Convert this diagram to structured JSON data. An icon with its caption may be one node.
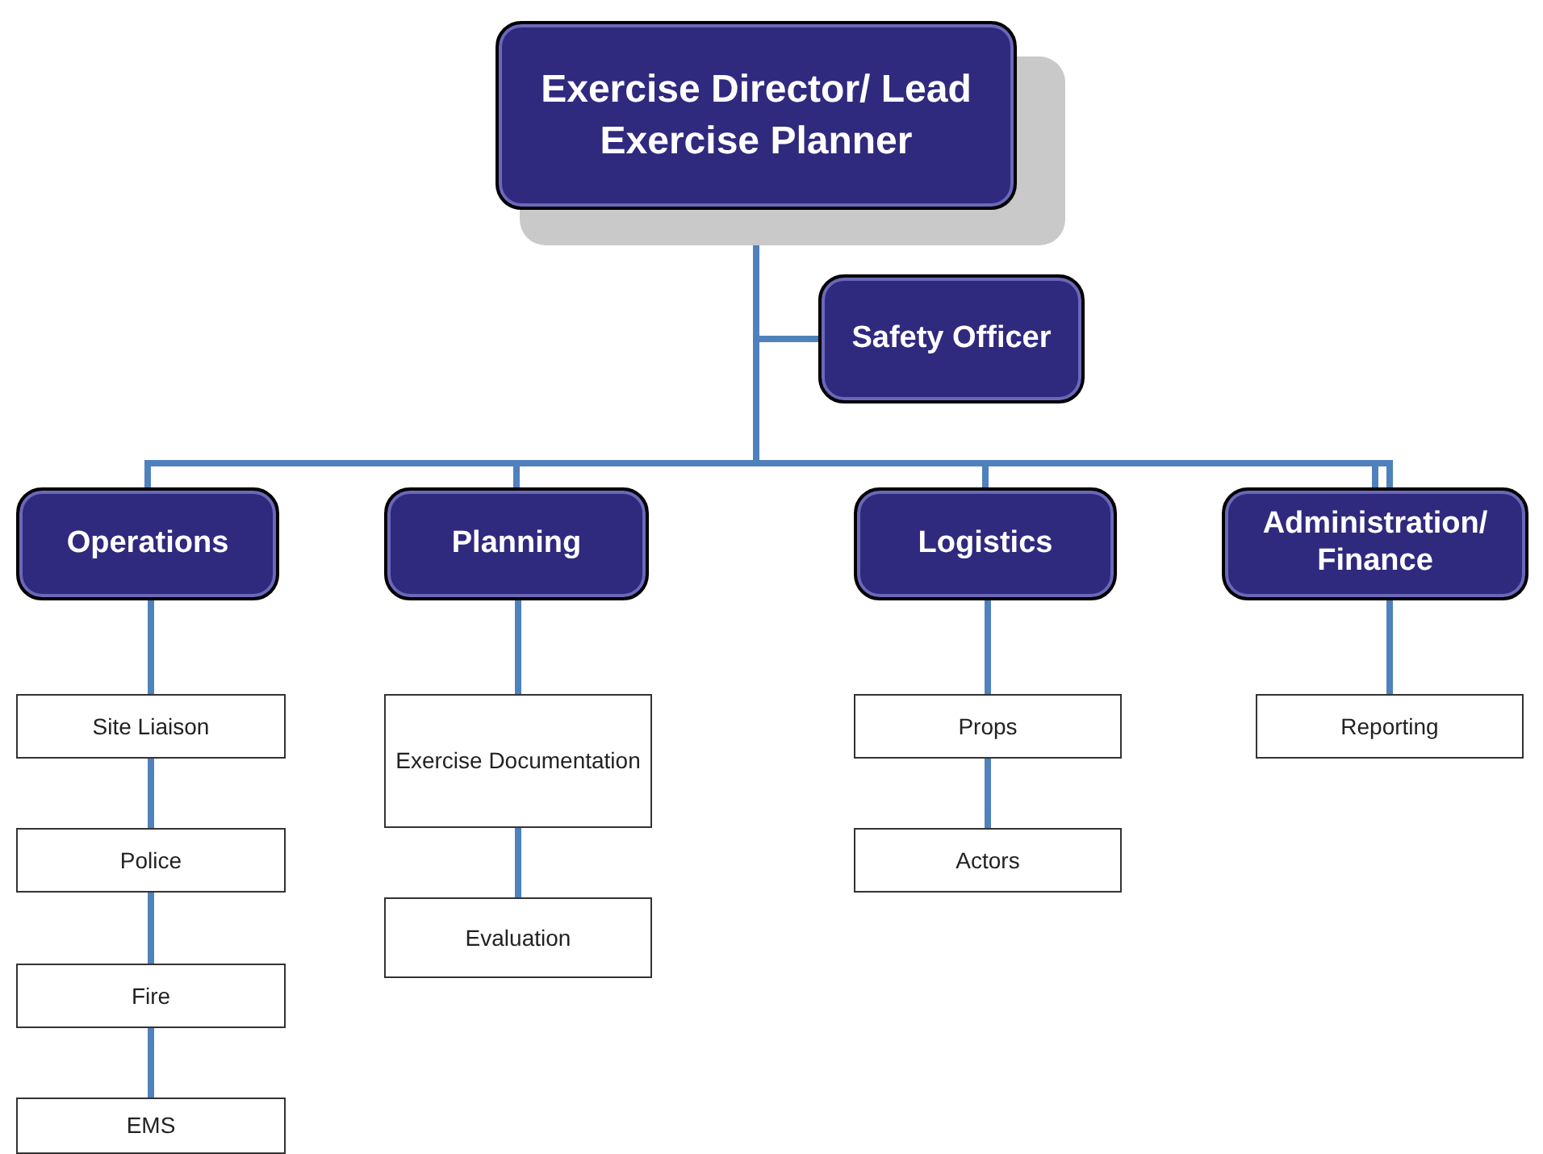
{
  "diagram": {
    "nodes": [
      {
        "text": [
          "Exercise Director/ Lead Exercise Planner"
        ]
      },
      {
        "text": [
          "Safety Officer"
        ]
      },
      {
        "text": [
          "Operations"
        ]
      },
      {
        "text": [
          "Planning"
        ]
      },
      {
        "text": [
          "Logistics"
        ]
      },
      {
        "text": [
          "Administration/ Finance"
        ]
      },
      {
        "text": [
          "Site Liaison"
        ]
      },
      {
        "text": [
          "Police"
        ]
      },
      {
        "text": [
          "Fire"
        ]
      },
      {
        "text": [
          "EMS"
        ]
      },
      {
        "text": [
          "Exercise Documentation"
        ]
      },
      {
        "text": [
          "Evaluation"
        ]
      },
      {
        "text": [
          "Props"
        ]
      },
      {
        "text": [
          "Actors"
        ]
      },
      {
        "text": [
          "Reporting"
        ]
      }
    ],
    "edges": [
      {
        "from": 0,
        "to": 1,
        "arrow": "none"
      },
      {
        "from": 0,
        "to": 2,
        "arrow": "none"
      },
      {
        "from": 0,
        "to": 3,
        "arrow": "none"
      },
      {
        "from": 0,
        "to": 4,
        "arrow": "none"
      },
      {
        "from": 0,
        "to": 5,
        "arrow": "none"
      },
      {
        "from": 2,
        "to": 6,
        "arrow": "none"
      },
      {
        "from": 6,
        "to": 7,
        "arrow": "none"
      },
      {
        "from": 7,
        "to": 8,
        "arrow": "none"
      },
      {
        "from": 8,
        "to": 9,
        "arrow": "none"
      },
      {
        "from": 3,
        "to": 10,
        "arrow": "none"
      },
      {
        "from": 10,
        "to": 11,
        "arrow": "none"
      },
      {
        "from": 4,
        "to": 12,
        "arrow": "none"
      },
      {
        "from": 12,
        "to": 13,
        "arrow": "none"
      },
      {
        "from": 5,
        "to": 14,
        "arrow": "none"
      }
    ]
  }
}
